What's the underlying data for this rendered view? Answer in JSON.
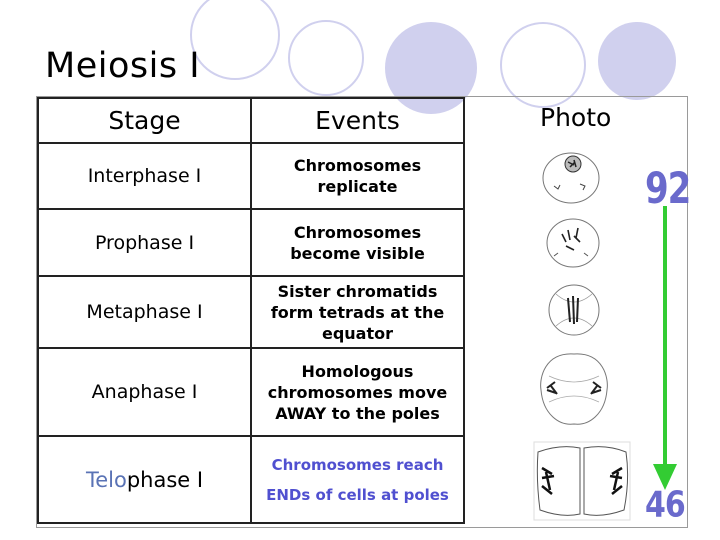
{
  "title": "Meiosis I",
  "headers": {
    "stage": "Stage",
    "events": "Events",
    "photo": "Photo"
  },
  "rows": [
    {
      "stage_a": "",
      "stage_b": "Interphase I",
      "events": [
        "Chromosomes",
        "replicate"
      ]
    },
    {
      "stage_a": "",
      "stage_b": "Prophase I",
      "events": [
        "Chromosomes",
        "become visible"
      ]
    },
    {
      "stage_a": "",
      "stage_b": "Metaphase I",
      "events": [
        "Sister chromatids",
        "form tetrads at the",
        "equator"
      ]
    },
    {
      "stage_a": "",
      "stage_b": "Anaphase I",
      "events": [
        "Homologous",
        "chromosomes move",
        "AWAY to the poles"
      ]
    },
    {
      "stage_a": "Telo",
      "stage_b": "phase I",
      "events": [
        "Chromosomes reach",
        "ENDs of cells at poles"
      ]
    }
  ],
  "labels": {
    "start": "92",
    "end": "46"
  },
  "colors": {
    "accent": "#d0d0ee",
    "telo": "#5a73b5",
    "event_last": "#5050d0",
    "number": "#6a6acc",
    "arrow": "#33cc33"
  }
}
